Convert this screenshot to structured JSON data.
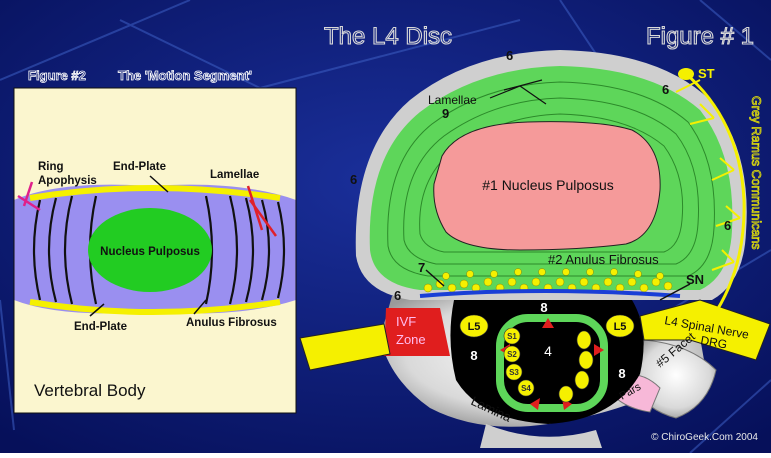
{
  "title": "The L4 Disc",
  "figure_label": "Figure # 1",
  "inset": {
    "figure_label": "Figure #2",
    "title": "The 'Motion Segment'",
    "labels": {
      "ring_apophysis_line1": "Ring",
      "ring_apophysis_line2": "Apophysis",
      "end_plate_top": "End-Plate",
      "lamellae": "Lamellae",
      "nucleus_pulposus": "Nucleus Pulposus",
      "end_plate_bottom": "End-Plate",
      "anulus_fibrosus": "Anulus Fibrosus",
      "vertebral_body": "Vertebral Body"
    }
  },
  "disc": {
    "lamellae": "Lamellae",
    "num_9": "9",
    "nucleus": "#1 Nucleus Pulposus",
    "anulus": "#2 Anulus Fibrosus",
    "num_6_top": "6",
    "num_6_left": "6",
    "num_6_right_top": "6",
    "num_6_right_mid": "6",
    "num_6_bottom": "6",
    "num_7": "7",
    "sn": "SN",
    "st": "ST",
    "grey_ramus": "Grey Ramus Communicans",
    "ivf_line1": "IVF",
    "ivf_line2": "Zone",
    "l5_left": "L5",
    "l5_right": "L5",
    "canal_8_top": "8",
    "canal_8_left": "8",
    "canal_8_right": "8",
    "canal_4": "4",
    "s_roots": [
      "S1",
      "S2",
      "S3",
      "S4"
    ],
    "spinal_nerve_line1": "L4 Spinal Nerve",
    "spinal_nerve_line2": "DRG",
    "facet": "#5 Facet",
    "pars": "Pars",
    "lamina": "Lamina",
    "copyright": "© ChiroGeek.Com 2004"
  },
  "colors": {
    "background": "#0a1a6e",
    "disc_green": "#5ed65a",
    "nucleus_pink": "#f59a9a",
    "bone": "#fbf6cf",
    "yellow": "#f5f000",
    "ivf_red": "#e01e1e"
  }
}
